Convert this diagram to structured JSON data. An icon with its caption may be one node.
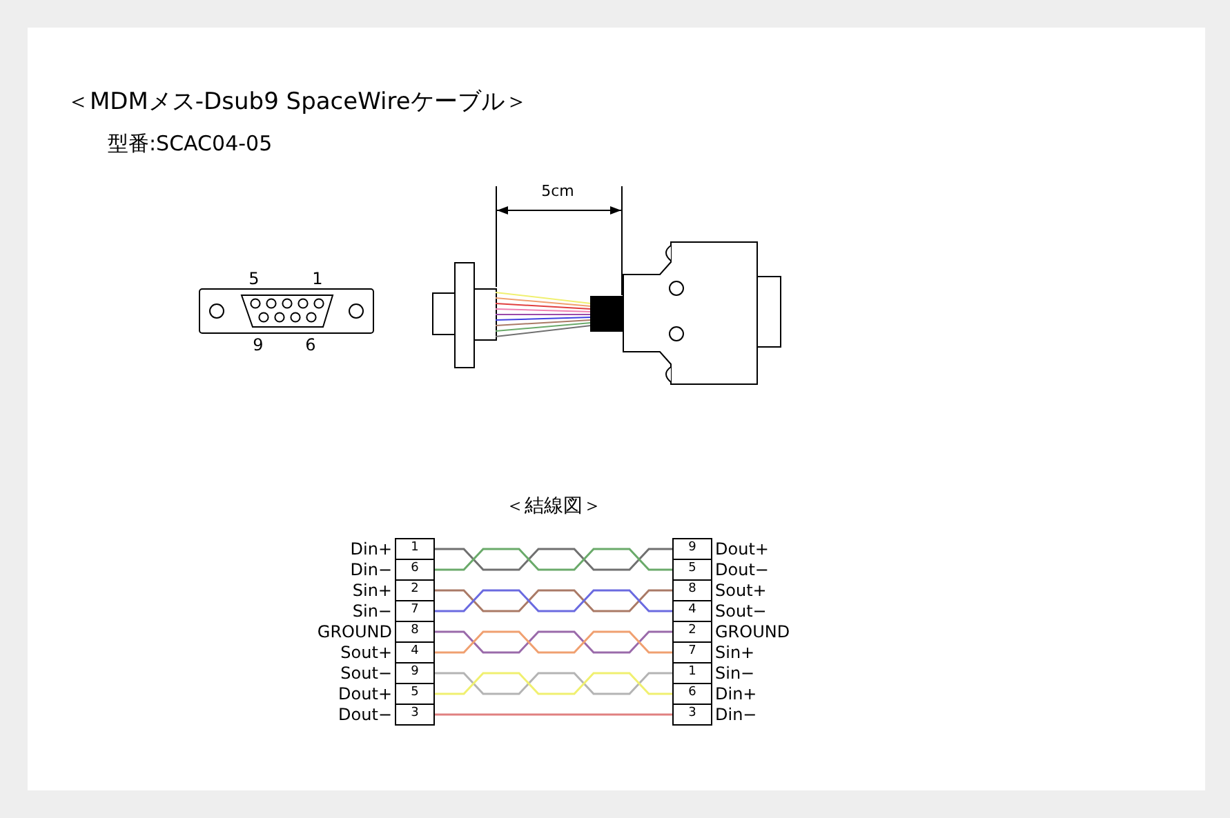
{
  "diagram": {
    "title": "＜MDMメス-Dsub9 SpaceWireケーブル＞",
    "nodes": [
      {
        "text": [
          "1"
        ],
        "beside": [
          "Din+"
        ]
      },
      {
        "text": [
          "6"
        ],
        "beside": [
          "Din−"
        ]
      },
      {
        "text": [
          "2"
        ],
        "beside": [
          "Sin+"
        ]
      },
      {
        "text": [
          "7"
        ],
        "beside": [
          "Sin−"
        ]
      },
      {
        "text": [
          "8"
        ],
        "beside": [
          "GROUND"
        ]
      },
      {
        "text": [
          "4"
        ],
        "beside": [
          "Sout+"
        ]
      },
      {
        "text": [
          "9"
        ],
        "beside": [
          "Sout−"
        ]
      },
      {
        "text": [
          "5"
        ],
        "beside": [
          "Dout+"
        ]
      },
      {
        "text": [
          "3"
        ],
        "beside": [
          "Dout−"
        ]
      },
      {
        "text": [
          "9"
        ],
        "beside": [
          "Dout+"
        ]
      },
      {
        "text": [
          "5"
        ],
        "beside": [
          "Dout−"
        ]
      },
      {
        "text": [
          "8"
        ],
        "beside": [
          "Sout+"
        ]
      },
      {
        "text": [
          "4"
        ],
        "beside": [
          "Sout−"
        ]
      },
      {
        "text": [
          "2"
        ],
        "beside": [
          "GROUND"
        ]
      },
      {
        "text": [
          "7"
        ],
        "beside": [
          "Sin+"
        ]
      },
      {
        "text": [
          "1"
        ],
        "beside": [
          "Sin−"
        ]
      },
      {
        "text": [
          "6"
        ],
        "beside": [
          "Din+"
        ]
      },
      {
        "text": [
          "3"
        ],
        "beside": [
          "Din−"
        ]
      }
    ],
    "edges": [
      {
        "from": 0,
        "to": 9,
        "arrow": "none",
        "color": "#707070"
      },
      {
        "from": 1,
        "to": 10,
        "arrow": "none",
        "color": "#6aaa6a"
      },
      {
        "from": 2,
        "to": 11,
        "arrow": "none",
        "color": "#aa7a66"
      },
      {
        "from": 3,
        "to": 12,
        "arrow": "none",
        "color": "#6a6ae0"
      },
      {
        "from": 4,
        "to": 13,
        "arrow": "none",
        "color": "#9a6aaa"
      },
      {
        "from": 5,
        "to": 14,
        "arrow": "none",
        "color": "#f0a070"
      },
      {
        "from": 6,
        "to": 15,
        "arrow": "none",
        "color": "#b4b4b4"
      },
      {
        "from": 7,
        "to": 16,
        "arrow": "none",
        "color": "#f0f070"
      },
      {
        "from": 8,
        "to": 17,
        "arrow": "none",
        "color": "#e08080"
      }
    ],
    "labels": [
      "型番:SCAC04-05",
      "5cm",
      "5",
      "1",
      "9",
      "6",
      "＜結線図＞"
    ]
  }
}
